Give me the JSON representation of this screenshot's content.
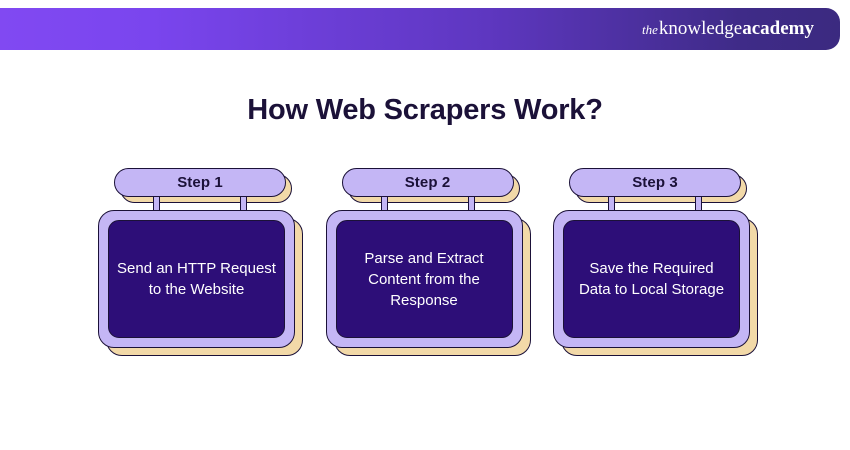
{
  "header": {
    "brand": {
      "the": "the",
      "knowledge": "knowledge",
      "academy": "academy"
    },
    "gradient_start": "#8149F2",
    "gradient_end": "#3B2A80"
  },
  "title": "How Web Scrapers Work?",
  "colors": {
    "title_text": "#1B1138",
    "badge_fill": "#C4B6F5",
    "card_outer_fill": "#C4B6F5",
    "card_inner_fill": "#2D0E78",
    "shadow_tan": "#F2D9A8",
    "outline": "#1B1138",
    "card_text": "#FFFFFF",
    "background": "#FFFFFF"
  },
  "steps": [
    {
      "badge": "Step 1",
      "text": "Send an HTTP Request to the Website"
    },
    {
      "badge": "Step 2",
      "text": "Parse and Extract Content from the Response"
    },
    {
      "badge": "Step 3",
      "text": "Save the Required Data to Local Storage"
    }
  ]
}
